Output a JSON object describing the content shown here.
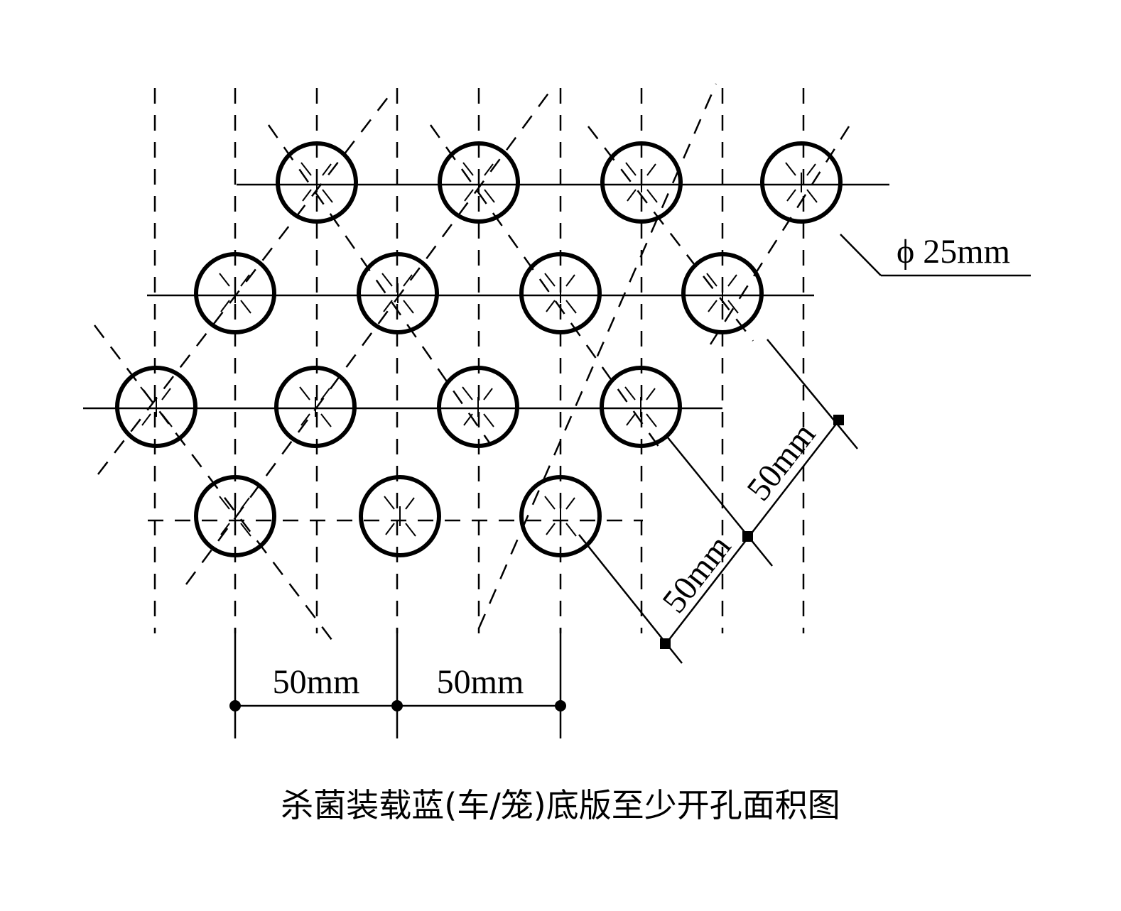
{
  "diagram": {
    "hole_pitch_spec": "ϕ 25mm",
    "dim_horizontal_1": "50mm",
    "dim_horizontal_2": "50mm",
    "dim_diagonal_1": "50mm",
    "dim_diagonal_2": "50mm",
    "caption": "杀菌装载蓝(车/笼)底版至少开孔面积图",
    "colors": {
      "line": "#000000",
      "background": "#ffffff"
    }
  }
}
